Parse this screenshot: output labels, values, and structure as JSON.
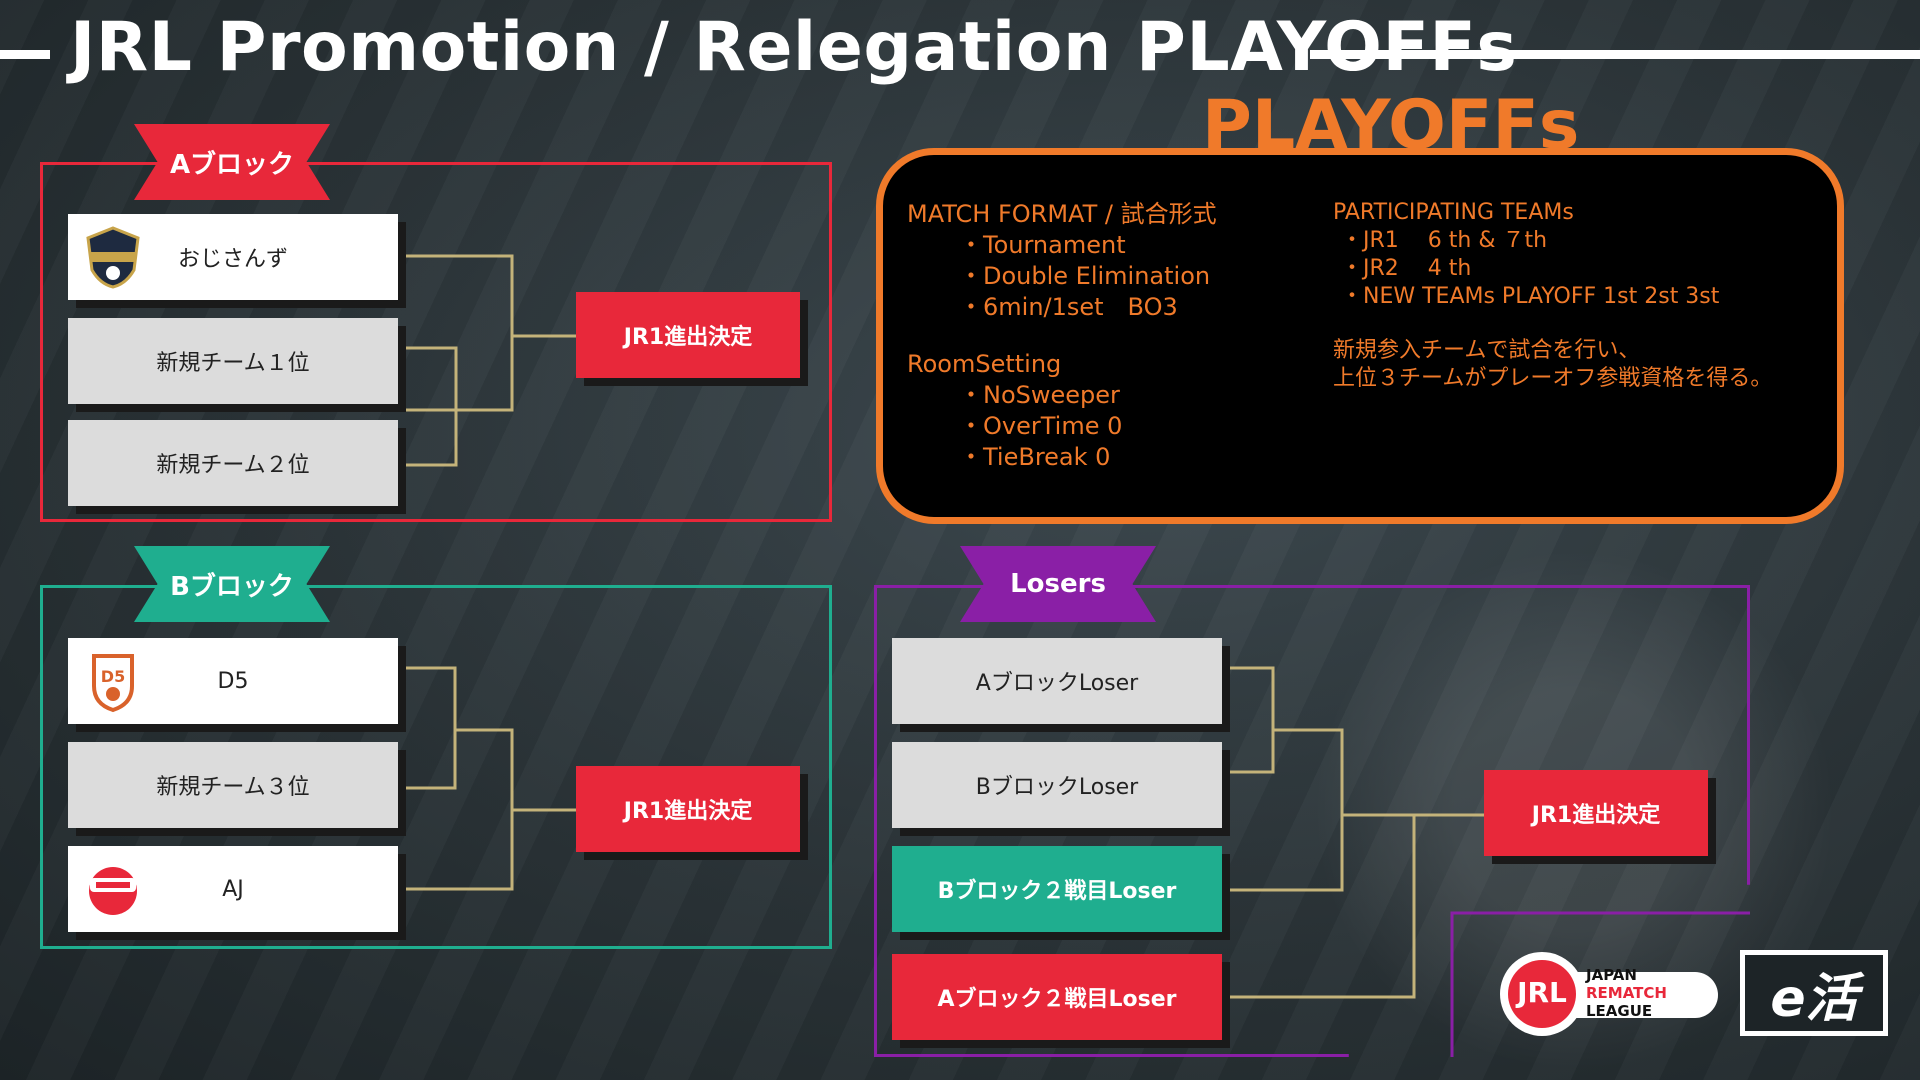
{
  "title": "JRL Promotion / Relegation PLAYOFFs",
  "playoffs_heading": "PLAYOFFs",
  "colors": {
    "red": "#e8283a",
    "green": "#1fae8f",
    "purple": "#8a1fa6",
    "orange": "#f07a2a",
    "connector": "#c4b37a"
  },
  "block_a": {
    "tag": "Aブロック",
    "teams": [
      {
        "name": "おじさんず",
        "logo": "ojisan-logo"
      },
      {
        "name": "新規チーム１位"
      },
      {
        "name": "新規チーム２位"
      }
    ],
    "result": "JR1進出決定"
  },
  "block_b": {
    "tag": "Bブロック",
    "teams": [
      {
        "name": "D5",
        "logo": "d5-logo"
      },
      {
        "name": "新規チーム３位"
      },
      {
        "name": "AJ",
        "logo": "adjust-logo"
      }
    ],
    "result": "JR1進出決定"
  },
  "losers": {
    "tag": "Losers",
    "teams": [
      {
        "name": "AブロックLoser"
      },
      {
        "name": "BブロックLoser"
      },
      {
        "name": "Bブロック２戦目Loser"
      },
      {
        "name": "Aブロック２戦目Loser"
      }
    ],
    "result": "JR1進出決定"
  },
  "info": {
    "match_format_heading": "MATCH FORMAT / 試合形式",
    "match_format_items": [
      "・Tournament",
      "・Double Elimination",
      "・6min/1set　BO3"
    ],
    "room_heading": "RoomSetting",
    "room_items": [
      "・NoSweeper",
      "・OverTime 0",
      "・TieBreak 0"
    ],
    "teams_heading": "PARTICIPATING TEAMs",
    "teams_items": [
      "・JR1　 6 th & ７th",
      "・JR2　 4 th",
      "・NEW TEAMs PLAYOFF 1st 2st 3st"
    ],
    "note_line1": "新規参入チームで試合を行い、",
    "note_line2": "上位３チームがプレーオフ参戦資格を得る。"
  },
  "footer": {
    "jrl_badge": "JRL",
    "league_line1": "JAPAN",
    "league_line2": "REMATCH",
    "league_line3": "LEAGUE",
    "ekatsu_logo": "e活"
  }
}
